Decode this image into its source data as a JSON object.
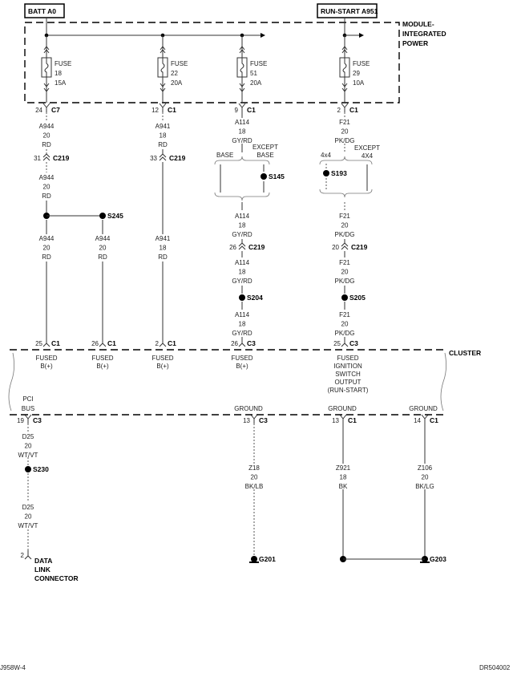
{
  "sources": {
    "batt": "BATT A0",
    "run_start": "RUN-START A951"
  },
  "module": {
    "label": [
      "MODULE-",
      "INTEGRATED",
      "POWER"
    ]
  },
  "fuses": [
    {
      "label": "FUSE",
      "number": "18",
      "rating": "15A"
    },
    {
      "label": "FUSE",
      "number": "22",
      "rating": "20A"
    },
    {
      "label": "FUSE",
      "number": "51",
      "rating": "20A"
    },
    {
      "label": "FUSE",
      "number": "29",
      "rating": "10A"
    }
  ],
  "top_connectors": [
    {
      "pin": "24",
      "name": "C7"
    },
    {
      "pin": "12",
      "name": "C1"
    },
    {
      "pin": "9",
      "name": "C1"
    },
    {
      "pin": "2",
      "name": "C1"
    }
  ],
  "wires": {
    "a944": [
      "A944",
      "20",
      "RD"
    ],
    "a941": [
      "A941",
      "18",
      "RD"
    ],
    "a114": [
      "A114",
      "18",
      "GY/RD"
    ],
    "f21": [
      "F21",
      "20",
      "PK/DG"
    ],
    "d25": [
      "D25",
      "20",
      "WT/VT"
    ],
    "z18": [
      "Z18",
      "20",
      "BK/LB"
    ],
    "z921": [
      "Z921",
      "18",
      "BK"
    ],
    "z106": [
      "Z106",
      "20",
      "BK/LG"
    ]
  },
  "c219": {
    "name": "C219",
    "pins": [
      "31",
      "33",
      "26",
      "20"
    ]
  },
  "options": {
    "base": "BASE",
    "except_base": [
      "EXCEPT",
      "BASE"
    ],
    "fourx4": "4x4",
    "except_4x4": [
      "EXCEPT",
      "4X4"
    ]
  },
  "splices": [
    "S245",
    "S145",
    "S193",
    "S204",
    "S205",
    "S230"
  ],
  "cluster_connectors": [
    {
      "pin": "25",
      "name": "C1"
    },
    {
      "pin": "26",
      "name": "C1"
    },
    {
      "pin": "2",
      "name": "C1"
    },
    {
      "pin": "26",
      "name": "C3"
    },
    {
      "pin": "25",
      "name": "C3"
    }
  ],
  "cluster": {
    "label": "CLUSTER",
    "fused": [
      "FUSED",
      "B(+)"
    ],
    "ignition": [
      "FUSED",
      "IGNITION",
      "SWITCH",
      "OUTPUT",
      "(RUN-START)"
    ],
    "pci": [
      "PCI",
      "BUS"
    ],
    "ground": "GROUND"
  },
  "bottom_connectors": [
    {
      "pin": "19",
      "name": "C3"
    },
    {
      "pin": "13",
      "name": "C3"
    },
    {
      "pin": "13",
      "name": "C1"
    },
    {
      "pin": "14",
      "name": "C1"
    }
  ],
  "dlc": {
    "pin": "2",
    "label": [
      "DATA",
      "LINK",
      "CONNECTOR"
    ]
  },
  "grounds": [
    "G201",
    "G203"
  ],
  "footer": {
    "left": "J958W-4",
    "right": "DR504002"
  }
}
